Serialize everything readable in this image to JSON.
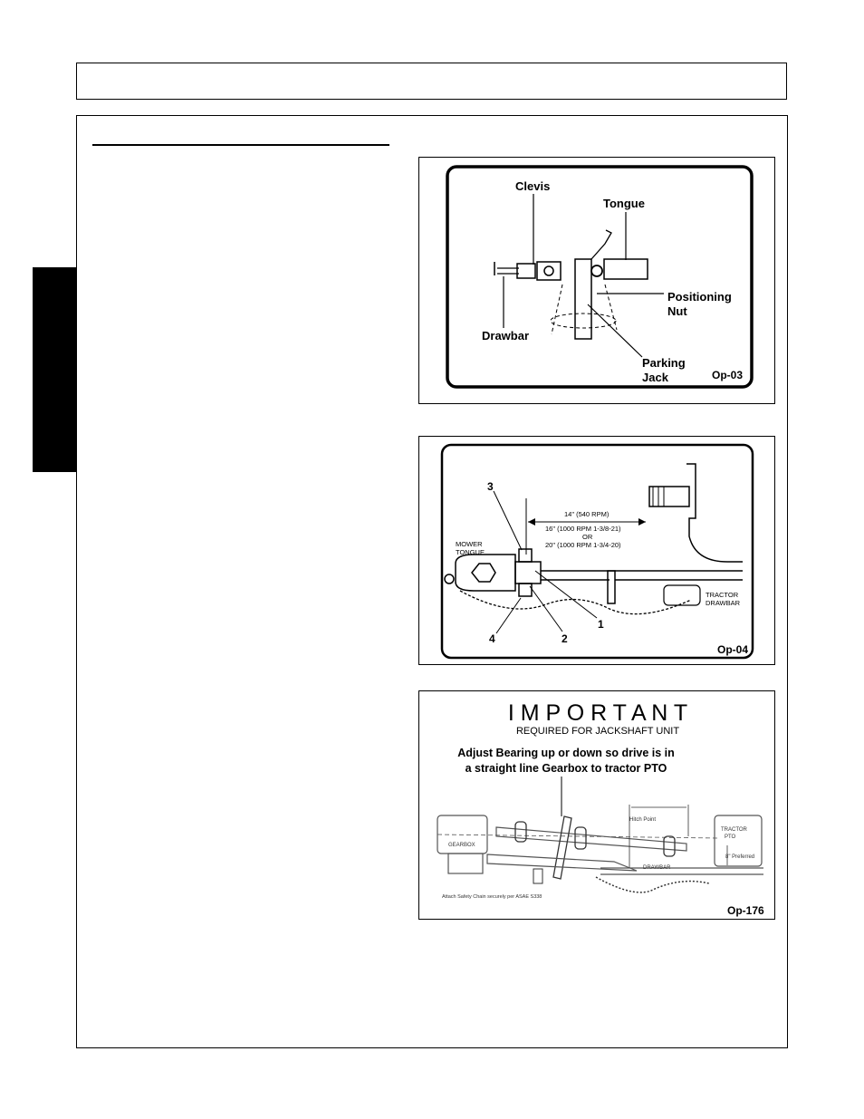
{
  "figures": {
    "op03": {
      "id": "Op-03",
      "labels": {
        "clevis": "Clevis",
        "tongue": "Tongue",
        "positioning_nut_1": "Positioning",
        "positioning_nut_2": "Nut",
        "drawbar": "Drawbar",
        "parking_jack_1": "Parking",
        "parking_jack_2": "Jack"
      }
    },
    "op04": {
      "id": "Op-04",
      "callouts": [
        "1",
        "2",
        "3",
        "4"
      ],
      "labels": {
        "dim_14": "14\" (540 RPM)",
        "dim_16": "16\" (1000 RPM 1-3/8-21)",
        "dim_or": "OR",
        "dim_20": "20\" (1000 RPM 1-3/4-20)",
        "mower_tongue_1": "MOWER",
        "mower_tongue_2": "TONGUE",
        "tractor_drawbar_1": "TRACTOR",
        "tractor_drawbar_2": "DRAWBAR"
      }
    },
    "op176": {
      "id": "Op-176",
      "important": "I M P O R T A N T",
      "subtitle": "REQUIRED FOR JACKSHAFT UNIT",
      "instruction_1": "Adjust Bearing up or down so drive is in",
      "instruction_2": "a straight line Gearbox to tractor PTO",
      "labels": {
        "gearbox": "GEARBOX",
        "hitch_point": "Hitch Point",
        "tractor_1": "TRACTOR",
        "tractor_2": "PTO",
        "drawbar": "DRAWBAR",
        "preferred": "8\" Preferred",
        "safety_chain": "Attach Safety Chain securely per ASAE S338"
      }
    }
  }
}
